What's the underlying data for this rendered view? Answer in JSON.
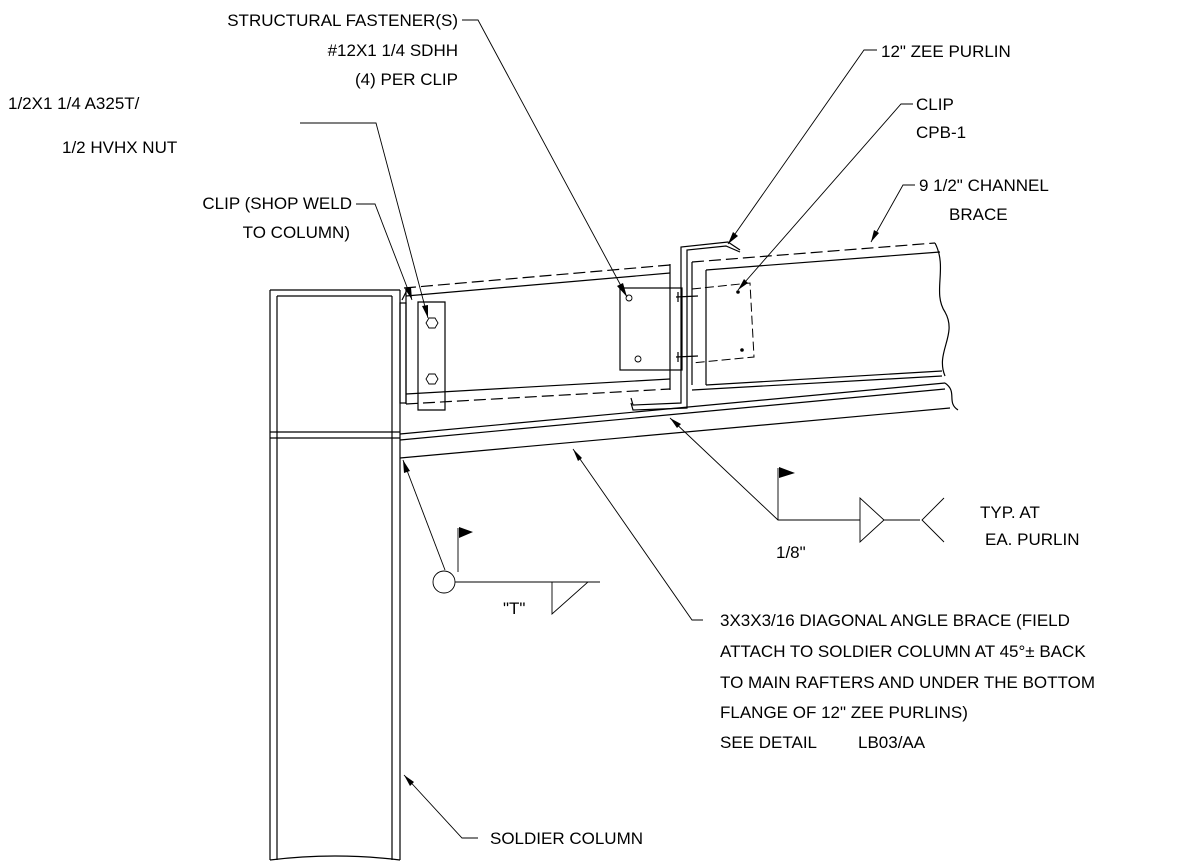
{
  "labels": {
    "structural_fastener": [
      "STRUCTURAL FASTENER(S)",
      "#12X1 1/4 SDHH",
      "(4) PER CLIP"
    ],
    "bolt": [
      "1/2X1 1/4 A325T/",
      "1/2 HVHX NUT"
    ],
    "clip_shop_weld": [
      "CLIP (SHOP WELD",
      "TO COLUMN)"
    ],
    "zee_purlin": "12\" ZEE PURLIN",
    "clip_cpb": [
      "CLIP",
      "CPB-1"
    ],
    "channel_brace": [
      "9 1/2\" CHANNEL",
      "BRACE"
    ],
    "weld_size": "1/8\"",
    "typ_at": [
      "TYP. AT",
      "EA. PURLIN"
    ],
    "t_weld": "\"T\"",
    "diagonal_brace": [
      "3X3X3/16 DIAGONAL ANGLE BRACE  (FIELD",
      "ATTACH TO SOLDIER COLUMN AT 45°± BACK",
      "TO MAIN RAFTERS AND UNDER THE BOTTOM",
      "FLANGE OF 12\" ZEE PURLINS)"
    ],
    "see_detail_prefix": "SEE DETAIL ",
    "detail_ref": "LB03/AA",
    "soldier_column": "SOLDIER COLUMN"
  },
  "colors": {
    "line": "#000000",
    "link": "#1f4fd6",
    "background": "#ffffff"
  }
}
